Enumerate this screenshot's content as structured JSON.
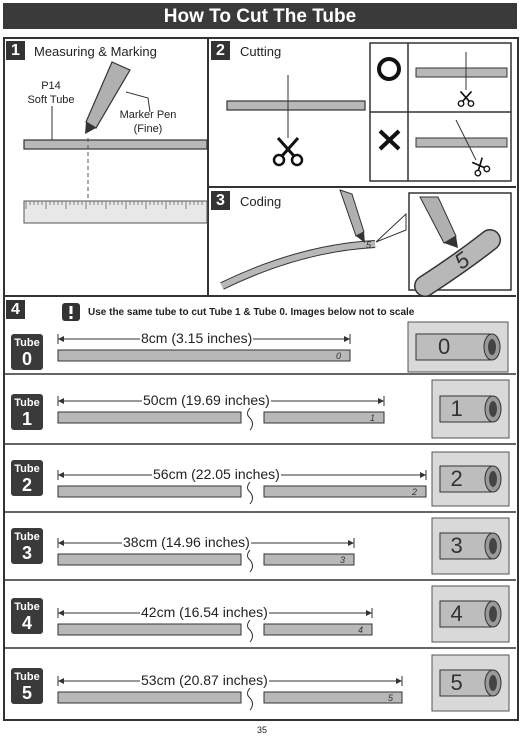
{
  "page": {
    "title": "How To Cut The Tube",
    "page_number": "35"
  },
  "section1": {
    "number": "1",
    "title": "Measuring & Marking",
    "tube_label": "P14\nSoft Tube",
    "pen_label": "Marker Pen\n(Fine)"
  },
  "section2": {
    "number": "2",
    "title": "Cutting",
    "correct_symbol": "correct-circle-icon",
    "wrong_symbol": "wrong-cross-icon"
  },
  "section3": {
    "number": "3",
    "title": "Coding",
    "code_small": "5",
    "code_large": "5"
  },
  "section4": {
    "number": "4",
    "notice": "Use the same tube to cut Tube 1 & Tube 0. Images below not to scale",
    "tube_word": "Tube",
    "tubes": [
      {
        "num": "0",
        "length": "8cm (3.15 inches)",
        "code": "0"
      },
      {
        "num": "1",
        "length": "50cm (19.69 inches)",
        "code": "1"
      },
      {
        "num": "2",
        "length": "56cm (22.05 inches)",
        "code": "2"
      },
      {
        "num": "3",
        "length": "38cm (14.96 inches)",
        "code": "3"
      },
      {
        "num": "4",
        "length": "42cm (16.54 inches)",
        "code": "4"
      },
      {
        "num": "5",
        "length": "53cm (20.87 inches)",
        "code": "5"
      }
    ]
  },
  "colors": {
    "dark_band": "#3a3a3a",
    "tube_fill": "#b8b8b8",
    "panel_gray": "#d9d9d9"
  }
}
